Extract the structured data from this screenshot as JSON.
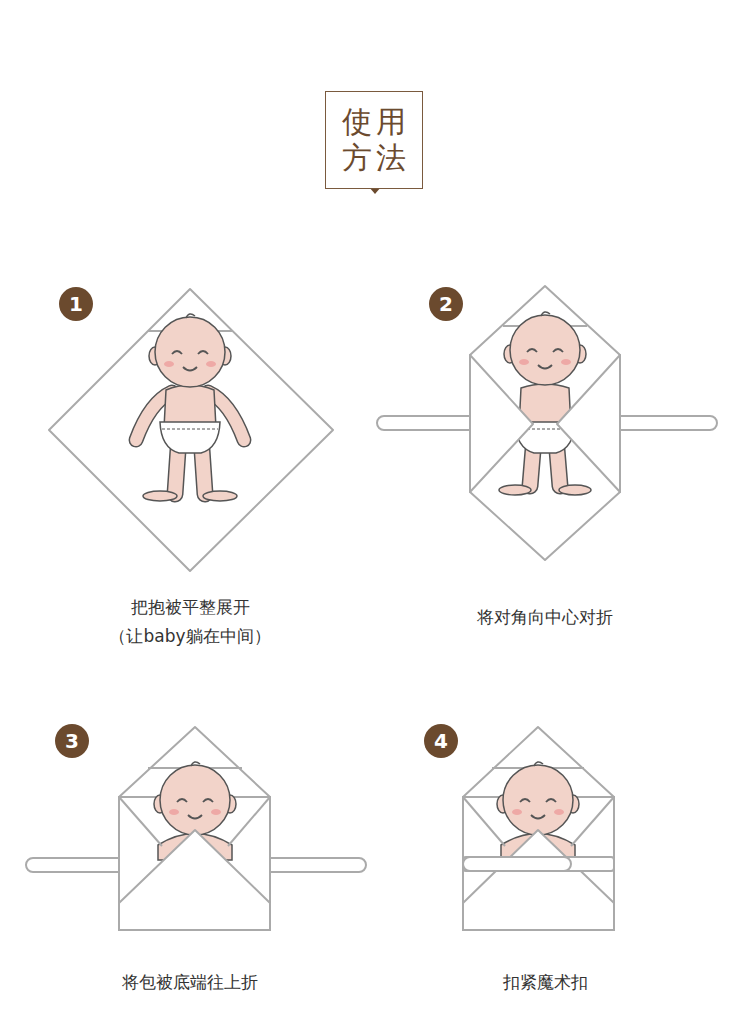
{
  "diagram": {
    "title": "使用 方法",
    "nodes": [
      {
        "text": [
          "1"
        ]
      },
      {
        "text": [
          "2"
        ]
      },
      {
        "text": [
          "3"
        ]
      },
      {
        "text": [
          "4"
        ]
      }
    ],
    "labels": [
      "把抱被平整展开",
      "（让baby躺在中间）",
      "将对角向中心对折",
      "将包被底端往上折",
      "扣紧魔术扣"
    ]
  }
}
